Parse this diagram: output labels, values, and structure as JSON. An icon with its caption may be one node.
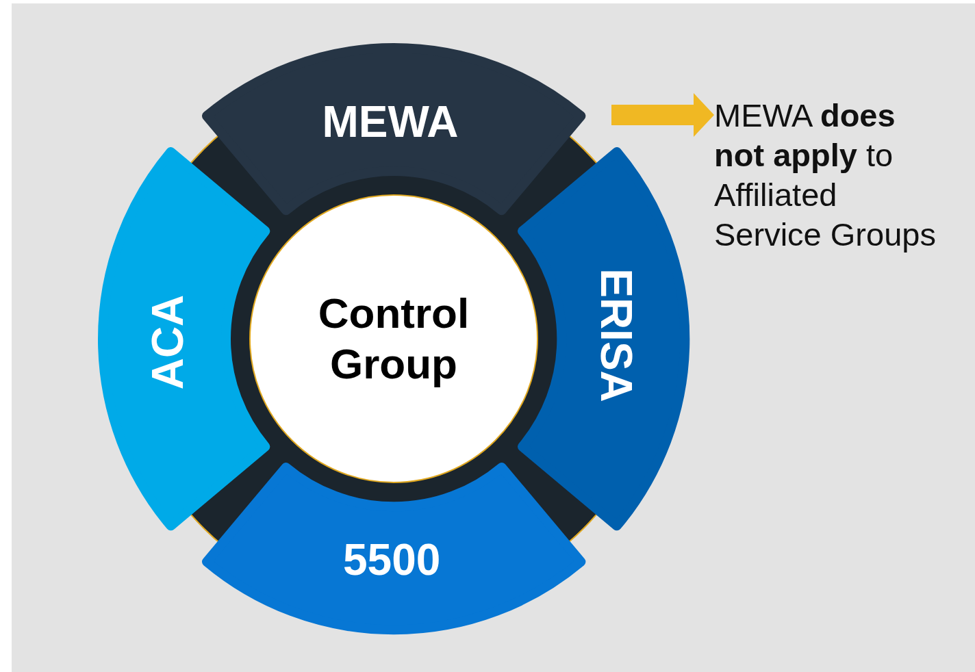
{
  "diagram": {
    "nodes": [
      {
        "text": [
          "MEWA"
        ]
      },
      {
        "text": [
          "ACA"
        ]
      },
      {
        "text": [
          "Control Group"
        ]
      },
      {
        "text": [
          "ERISA"
        ]
      },
      {
        "text": [
          "5500"
        ]
      },
      {
        "text": [
          "MEWA **does not apply** to Affiliated Service Groups"
        ]
      }
    ],
    "edges": [
      {
        "from": 0,
        "to": 5,
        "arrow": "to"
      }
    ]
  }
}
